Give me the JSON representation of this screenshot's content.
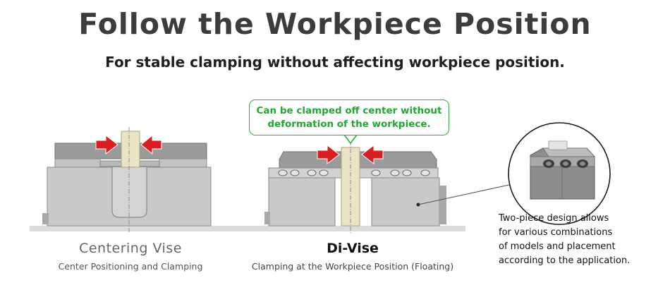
{
  "header": {
    "title": "Follow the Workpiece Position",
    "subtitle": "For stable clamping without affecting workpiece position."
  },
  "callout": {
    "lines": [
      "Can be clamped off center without",
      "deformation of the workpiece."
    ]
  },
  "vises": [
    {
      "name": "Centering Vise",
      "description": "Center Positioning and Clamping"
    },
    {
      "name": "Di-Vise",
      "description": "Clamping at the Workpiece Position (Floating)"
    }
  ],
  "note": {
    "lines": [
      "Two-piece design allows",
      "for various combinations",
      "of models and placement",
      "according to the application."
    ]
  },
  "colors": {
    "arrow_red": "#d81e1e",
    "callout_green": "#2fae3a",
    "body_gray": "#c9c9c9",
    "workpiece": "#e8e4c4"
  }
}
